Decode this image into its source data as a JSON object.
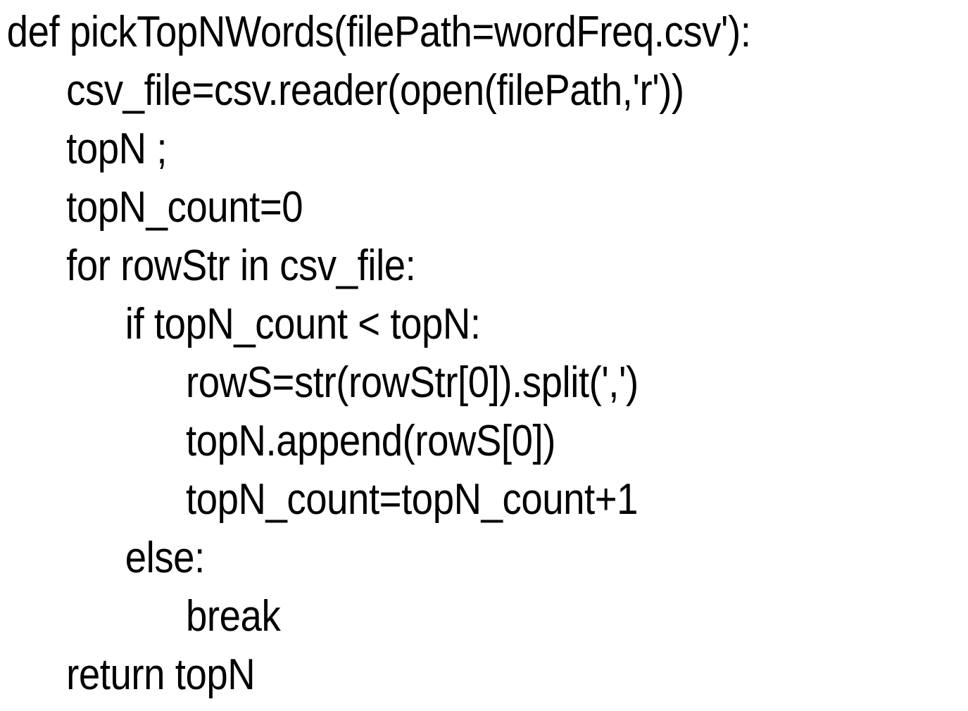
{
  "document": {
    "kind": "code-listing",
    "language": "python",
    "background_color": "#ffffff",
    "text_color": "#000000",
    "line_count": 12
  },
  "code": {
    "lines": [
      {
        "n": 1,
        "indent": 0,
        "text": "def pickTopNWords(filePath=wordFreq.csv'):"
      },
      {
        "n": 2,
        "indent": 1,
        "text": "csv_file=csv.reader(open(filePath,'r'))"
      },
      {
        "n": 3,
        "indent": 1,
        "text": "topN ;"
      },
      {
        "n": 4,
        "indent": 1,
        "text": "topN_count=0"
      },
      {
        "n": 5,
        "indent": 1,
        "text": "for rowStr in csv_file:"
      },
      {
        "n": 6,
        "indent": 2,
        "text": "if topN_count < topN:"
      },
      {
        "n": 7,
        "indent": 3,
        "text": "rowS=str(rowStr[0]).split(',')"
      },
      {
        "n": 8,
        "indent": 3,
        "text": "topN.append(rowS[0])"
      },
      {
        "n": 9,
        "indent": 3,
        "text": "topN_count=topN_count+1"
      },
      {
        "n": 10,
        "indent": 2,
        "text": "else:"
      },
      {
        "n": 11,
        "indent": 3,
        "text": "break"
      },
      {
        "n": 12,
        "indent": 1,
        "text": "return topN"
      }
    ]
  }
}
